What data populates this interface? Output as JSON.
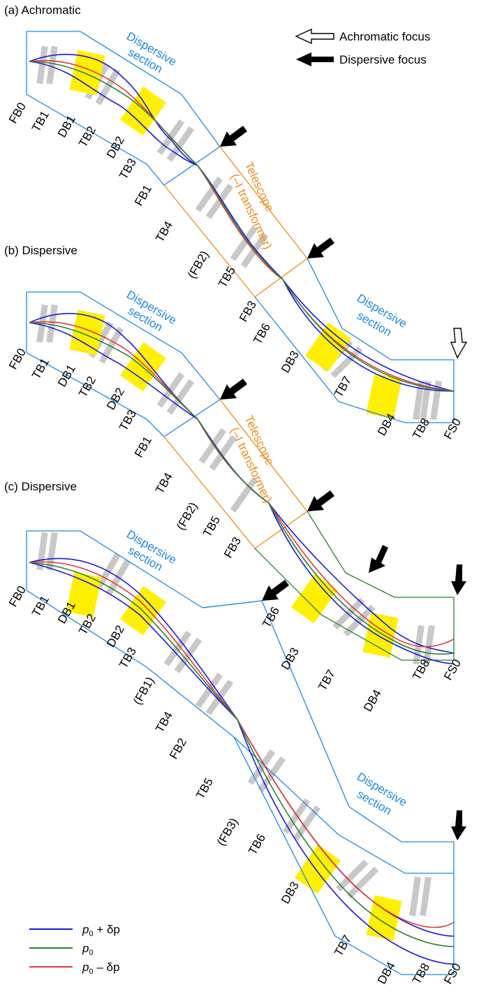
{
  "panels": [
    {
      "title": "(a) Achromatic"
    },
    {
      "title": "(b) Dispersive"
    },
    {
      "title": "(c) Dispersive"
    }
  ],
  "section_labels": {
    "dispersive_line1": "Dispersive",
    "dispersive_line2": "section",
    "telescope_line1": "Telescope",
    "telescope_line2": "(–I transformer)"
  },
  "location_labels": {
    "a": [
      "FB0",
      "TB1",
      "DB1",
      "TB2",
      "DB2",
      "TB3",
      "FB1",
      "TB4",
      "(FB2)",
      "TB5",
      "FB3",
      "TB6",
      "DB3",
      "TB7",
      "DB4",
      "TB8",
      "FS0"
    ],
    "b": [
      "FB0",
      "TB1",
      "DB1",
      "TB2",
      "DB2",
      "TB3",
      "FB1",
      "TB4",
      "(FB2)",
      "TB5",
      "FB3",
      "TB6",
      "DB3",
      "TB7",
      "DB4",
      "TB8",
      "FS0"
    ],
    "c": [
      "FB0",
      "TB1",
      "DB1",
      "TB2",
      "DB2",
      "TB3",
      "(FB1)",
      "TB4",
      "FB2",
      "TB5",
      "(FB3)",
      "TB6",
      "DB3",
      "TB7",
      "DB4",
      "TB8",
      "FS0"
    ]
  },
  "arrow_legend": {
    "achromatic": "Achromatic focus",
    "dispersive": "Dispersive focus"
  },
  "legend": [
    {
      "p": "p",
      "sub": "0",
      "suffix": " + δp",
      "color": "#1a1adb"
    },
    {
      "p": "p",
      "sub": "0",
      "suffix": "",
      "color": "#2e7d32"
    },
    {
      "p": "p",
      "sub": "0",
      "suffix": " – δp",
      "color": "#e53935"
    }
  ],
  "colors": {
    "dispersive": "#1e88e5",
    "telescope": "#ef8a17",
    "panel_c_tail": "#2e7d32",
    "magnet_gray": "#c8c8c8",
    "dipole_yellow": "#ffef00",
    "ray_plus": "#1a1adb",
    "ray_zero": "#2e7d32",
    "ray_minus": "#e53935"
  }
}
